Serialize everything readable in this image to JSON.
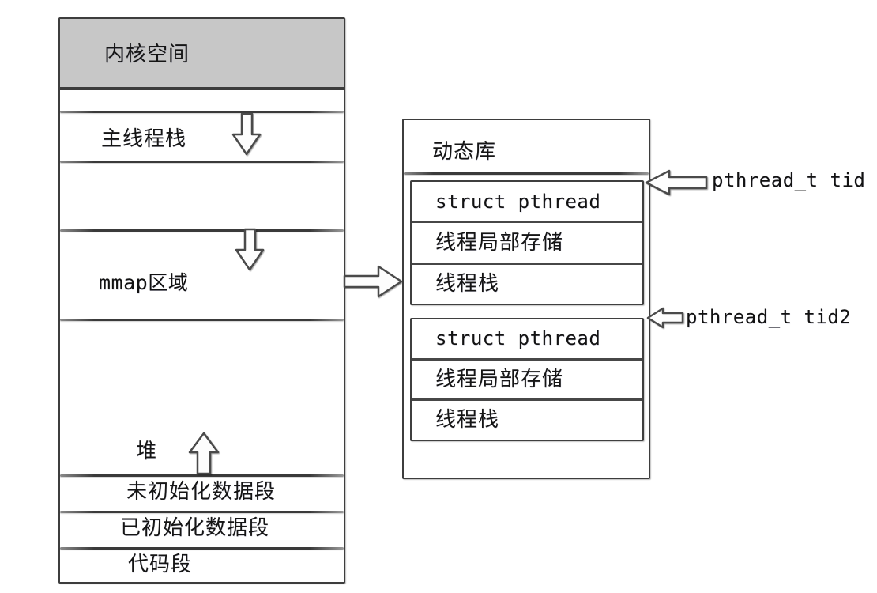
{
  "process_box": {
    "kernel_label": "内核空间",
    "main_stack_label": "主线程栈",
    "mmap_label": "mmap区域",
    "heap_label": "堆",
    "bss_label": "未初始化数据段",
    "data_label": "已初始化数据段",
    "code_label": "代码段"
  },
  "library_box": {
    "title": "动态库",
    "blocks": [
      {
        "struct_label": "struct pthread",
        "tls_label": "线程局部存储",
        "stack_label": "线程栈"
      },
      {
        "struct_label": "struct pthread",
        "tls_label": "线程局部存储",
        "stack_label": "线程栈"
      }
    ]
  },
  "annotations": {
    "tid_label": "pthread_t tid",
    "tid2_label": "pthread_t tid2"
  },
  "colors": {
    "kernel_fill": "#c7c7c7",
    "stroke": "#3d3d3d",
    "background": "#ffffff"
  }
}
